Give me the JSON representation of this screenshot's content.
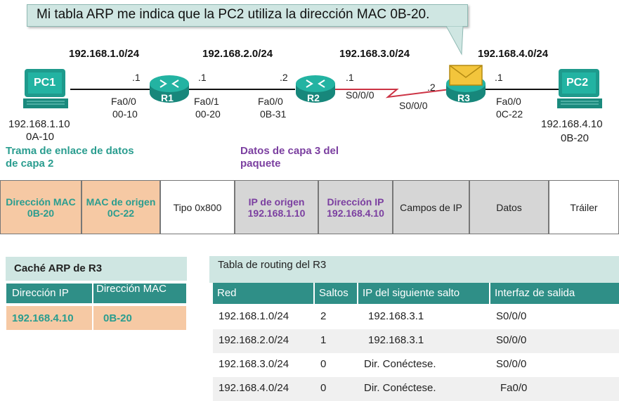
{
  "callout": "Mi tabla ARP me indica que la PC2 utiliza la dirección MAC 0B-20.",
  "networks": [
    "192.168.1.0/24",
    "192.168.2.0/24",
    "192.168.3.0/24",
    "192.168.4.0/24"
  ],
  "devices": {
    "pc1": {
      "label": "PC1",
      "ip": "192.168.1.10",
      "mac": "0A-10"
    },
    "pc2": {
      "label": "PC2",
      "ip": "192.168.4.10",
      "mac": "0B-20"
    },
    "r1": {
      "label": "R1",
      "left_host": ".1",
      "right_host": ".1",
      "left_if": "Fa0/0",
      "left_mac": "00-10",
      "right_if": "Fa0/1",
      "right_mac": "00-20"
    },
    "r2": {
      "label": "R2",
      "left_host": ".2",
      "right_host": ".1",
      "left_if": "Fa0/0",
      "left_mac": "0B-31",
      "right_if": "S0/0/0"
    },
    "r3": {
      "label": "R3",
      "left_host": ".2",
      "right_host": ".1",
      "left_if": "S0/0/0",
      "right_if": "Fa0/0",
      "right_mac": "0C-22"
    }
  },
  "frame_labels": {
    "layer2": "Trama de enlace de datos de capa 2",
    "layer3": "Datos de capa 3 del paquete"
  },
  "frame": {
    "dest_mac": {
      "title": "Dirección MAC",
      "value": "0B-20"
    },
    "src_mac": {
      "title": "MAC de origen",
      "value": "0C-22"
    },
    "type": "Tipo 0x800",
    "src_ip": {
      "title": "IP de origen",
      "value": "192.168.1.10"
    },
    "dest_ip": {
      "title": "Dirección IP",
      "value": "192.168.4.10"
    },
    "ip_fields": "Campos de IP",
    "data": "Datos",
    "trailer": "Tráiler"
  },
  "arp_cache": {
    "title": "Caché ARP de R3",
    "headers": [
      "Dirección IP",
      "Dirección MAC"
    ],
    "rows": [
      [
        "192.168.4.10",
        "0B-20"
      ]
    ]
  },
  "routing_table": {
    "title": "Tabla de routing del R3",
    "headers": [
      "Red",
      "Saltos",
      "IP del siguiente salto",
      "Interfaz de salida"
    ],
    "rows": [
      [
        "192.168.1.0/24",
        "2",
        "192.168.3.1",
        "S0/0/0"
      ],
      [
        "192.168.2.0/24",
        "1",
        "192.168.3.1",
        "S0/0/0"
      ],
      [
        "192.168.3.0/24",
        "0",
        "Dir. Conéctese.",
        "S0/0/0"
      ],
      [
        "192.168.4.0/24",
        "0",
        "Dir. Conéctese.",
        "Fa0/0"
      ]
    ]
  },
  "colors": {
    "teal": "#2a9d8f",
    "purple": "#7b3fa0",
    "orange": "#f6c9a4",
    "header": "#2f8f87",
    "router": "#1e9a8c"
  }
}
